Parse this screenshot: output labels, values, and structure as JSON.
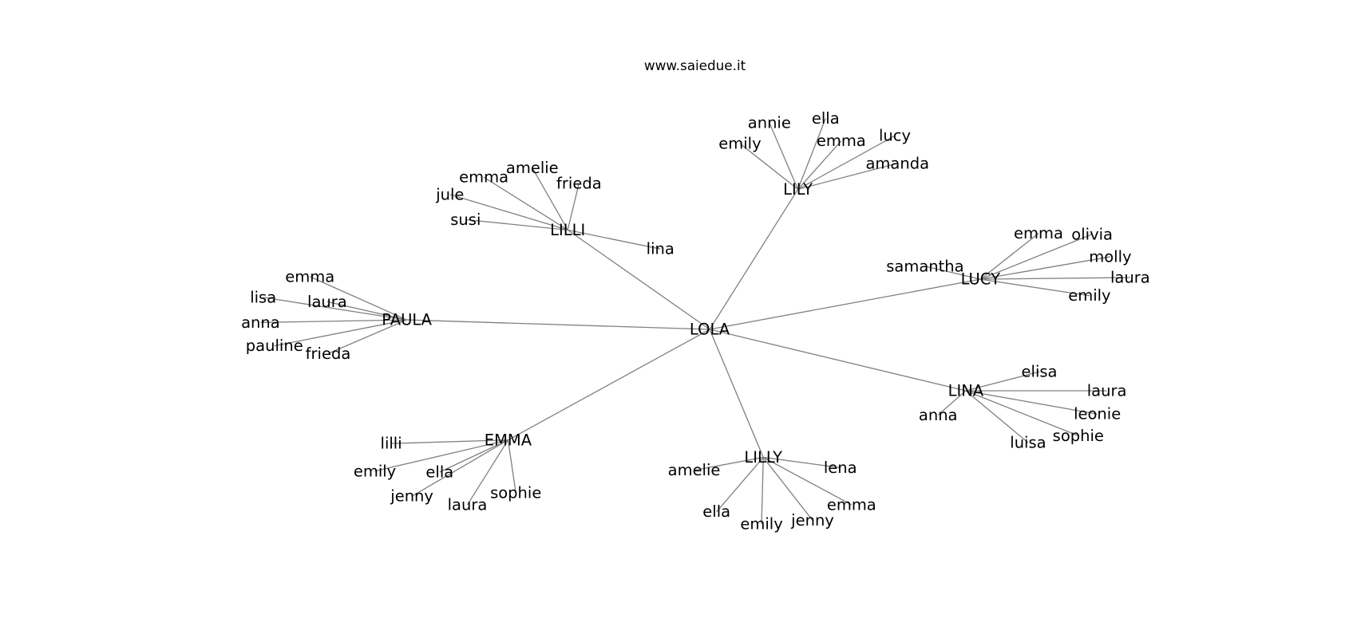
{
  "title": "www.saiedue.it",
  "colors": {
    "edge": "#808080",
    "text": "#000000",
    "background": "#ffffff"
  },
  "root": "LOLA",
  "hubs": [
    {
      "name": "LILY",
      "children": [
        "annie",
        "ella",
        "emily",
        "emma",
        "lucy",
        "amanda"
      ]
    },
    {
      "name": "LILLI",
      "children": [
        "emma",
        "amelie",
        "frieda",
        "jule",
        "susi",
        "lina"
      ]
    },
    {
      "name": "PAULA",
      "children": [
        "emma",
        "lisa",
        "laura",
        "anna",
        "pauline",
        "frieda"
      ]
    },
    {
      "name": "LUCY",
      "children": [
        "emma",
        "olivia",
        "molly",
        "samantha",
        "laura",
        "emily"
      ]
    },
    {
      "name": "LINA",
      "children": [
        "elisa",
        "laura",
        "leonie",
        "anna",
        "sophie",
        "luisa"
      ]
    },
    {
      "name": "EMMA",
      "children": [
        "lilli",
        "emily",
        "ella",
        "jenny",
        "laura",
        "sophie"
      ]
    },
    {
      "name": "LILLY",
      "children": [
        "amelie",
        "lena",
        "emma",
        "ella",
        "emily",
        "jenny"
      ]
    }
  ]
}
